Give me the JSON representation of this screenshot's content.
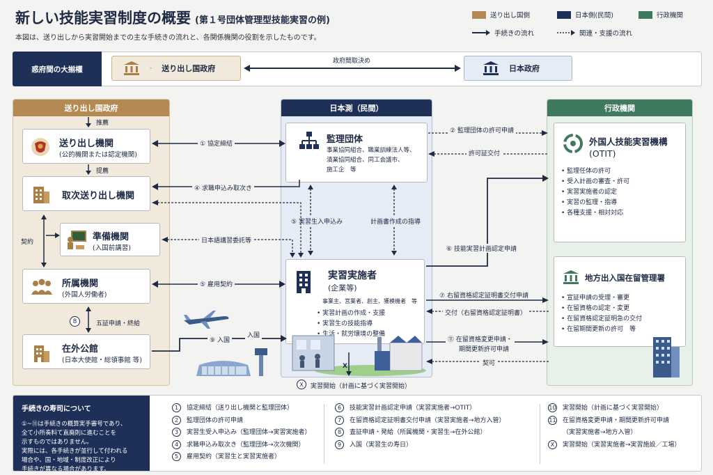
{
  "header": {
    "title": "新しい技能実習制度の概要",
    "subtitle": "(第１号団体管理型技能実習の例)",
    "description": "本図は、送り出しから実習開始までの主な手続きの流れと、各関係機関の役割を示したものです。"
  },
  "legend": {
    "sending": "送り出し国側",
    "japan": "日本側(民間)",
    "admin": "行政機関",
    "flow": "手続きの流れ",
    "support": "関連・支援の流れ"
  },
  "colors": {
    "navy": "#1e3058",
    "tan": "#b48a52",
    "green": "#3f7a5e",
    "blue_panel": "#e6ecf6",
    "tan_panel": "#f1e9dc",
    "green_panel": "#e8f0ea"
  },
  "top": {
    "label": "惑府間の大揃權",
    "sending_gov": "送り出し国政府",
    "arrow_label": "政府間取決め",
    "japan_gov": "日本政府"
  },
  "columns": {
    "left_head": "送り出し国政府",
    "center_head": "日本測（民間）",
    "right_head": "行政機関"
  },
  "left": {
    "suisen1": "推薦",
    "okuridashi_name": "送り出し機関",
    "okuridashi_sub": "(公的機関または認定機関)",
    "teikyo": "提薦",
    "toritsugi_name": "取次送り出し機関",
    "keiyaku": "契約",
    "junbi_name": "準備機関",
    "junbi_sub": "(入国前講習)",
    "shozoku_name": "所属機関",
    "shozoku_sub": "(外国人労働者)",
    "step8": "⑧",
    "step8_label": "五証申請・終給",
    "zaigai_name": "在外公館",
    "zaigai_sub": "(日本大使館・総領事館 等)"
  },
  "center": {
    "kanri_name": "監理団体",
    "kanri_desc1": "事業協同組合、職業訓練法人等、",
    "kanri_desc2": "漬業協同組合、同工会議市、",
    "kanri_desc3": "施工企　等",
    "jisshi_name": "実習実施者",
    "jisshi_sub": "(企業等)",
    "jisshi_desc": "事業主、営業者、創主、獲模機者　等",
    "jisshi_b1": "実習計画の作成・支援",
    "jisshi_b2": "実習生の技能指導",
    "jisshi_b3": "生活・就労環境の整備",
    "x_mark": "X",
    "start_num": "X",
    "start_label": "実習開始（計画に基づく実習開始）"
  },
  "right": {
    "otit_name1": "外国人技能実習機構",
    "otit_name2": "(OTIT)",
    "otit_b1": "監理任体の許可",
    "otit_b2": "受入計画の審査・許可",
    "otit_b3": "実習実施者の認定",
    "otit_b4": "実習の監理・指導",
    "otit_b5": "各種支援・相対対応",
    "immig_name": "地方出入国在留管理署",
    "immig_b1": "宣証申請の受理・審更",
    "immig_b2": "在留資格の認定・変更",
    "immig_b3": "在留資格認定証明急の交付",
    "immig_b4": "在留期間更新の許可　等"
  },
  "arrows": {
    "a1_num": "①",
    "a1_label": "協定締結",
    "a2_num": "②",
    "a2_label": "監理団体の許可申請",
    "a2b_label": "許可証交付",
    "a4_num": "④",
    "a4_label": "求職申込み取次き",
    "a5a_num": "⑤",
    "a5a_label": "実習生入申込み",
    "a5b_label": "計画書作成の指導",
    "nihongo": "日本語講習委託等",
    "a6_num": "⑥",
    "a6_label": "技能実習計画認定申請",
    "a5c_num": "⑤",
    "a5c_label": "雇用契約",
    "a7_num": "⑦",
    "a7_label": "右留資格認定証明書交付申請",
    "a7b_label": "交付（右留資格認定証明書）",
    "a9_num": "⑨",
    "a9_label": "入国",
    "nyukoku": "入国",
    "a11_num": "⑪",
    "a11_label1": "在留資格変更申請・",
    "a11_label2": "期間更新許可申請",
    "kyoka": "契可"
  },
  "footer": {
    "heading": "手続きの寿司について",
    "text": [
      "①~⑪は手続きの概算実手審号であり、",
      "全て小所奏料て直廃則に進むことを",
      "示すものではありません。",
      "実際には、各手続きが並行して付われる",
      "場合や、国・地域・制度改正により",
      "手続きが異なる場合があります。"
    ],
    "col1": [
      {
        "num": "1",
        "text": "協定締結（送り出し機関と監理団体）"
      },
      {
        "num": "2",
        "text": "監理団体の許可申請"
      },
      {
        "num": "3",
        "text": "実習生受入申込み（監理団体→実習実施者）"
      },
      {
        "num": "4",
        "text": "求職申込み取次き（監理団体→次次機関）"
      },
      {
        "num": "5",
        "text": "雇用契約（実習生と実習実施者）"
      }
    ],
    "col2": [
      {
        "num": "6",
        "text": "技能実習計画認定申請（実習実施者→OTIT）"
      },
      {
        "num": "7",
        "text": "在留資格認定証明書交付申請（実習実施者→地方入管）"
      },
      {
        "num": "8",
        "text": "査証申請・発給（所属機関・実習生→在外公館）"
      },
      {
        "num": "9",
        "text": "入国（実習生の寿日）"
      }
    ],
    "col3": [
      {
        "num": "10",
        "text": "実習開始（計画に基づく実習開始）"
      },
      {
        "num": "11",
        "text": "在留資格変更申請・期間更新許可申請"
      },
      {
        "num": "",
        "text": "（実習実施者→地方入管）"
      },
      {
        "num": "X",
        "text": "実習開始（実習実施者→実習施設／工場）"
      }
    ]
  }
}
